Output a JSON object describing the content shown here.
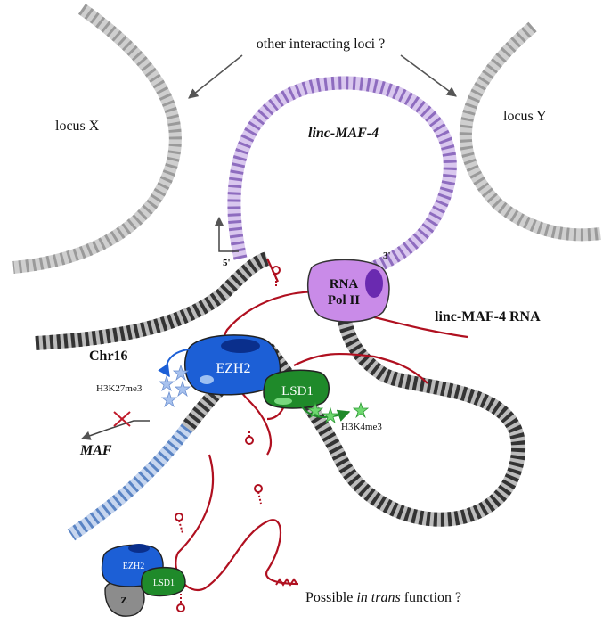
{
  "labels": {
    "other_loci": "other interacting loci ?",
    "locus_x": "locus X",
    "locus_y": "locus Y",
    "linc_gene": "linc-MAF-4",
    "five_prime": "5'",
    "three_prime": "3'",
    "rna_pol_line1": "RNA",
    "rna_pol_line2": "Pol II",
    "linc_rna": "linc-MAF-4 RNA",
    "chr16": "Chr16",
    "ezh2": "EZH2",
    "lsd1": "LSD1",
    "h3k27me3": "H3K27me3",
    "h3k4me3": "H3K4me3",
    "maf": "MAF",
    "ezh2_small": "EZH2",
    "lsd1_small": "LSD1",
    "z": "Z",
    "possible_prefix": "Possible ",
    "possible_italic": "in trans",
    "possible_suffix": " function ?"
  },
  "colors": {
    "dna_dark": "#3a3a3a",
    "dna_light": "#cfcfcf",
    "dna_purple": "#b89ad8",
    "dna_blue": "#7fa3d6",
    "rna_red": "#b01020",
    "ezh2_blue": "#1c5fd6",
    "lsd1_green": "#1f8a2a",
    "pol2_purple": "#c98be8",
    "z_grey": "#8c8c8c"
  }
}
